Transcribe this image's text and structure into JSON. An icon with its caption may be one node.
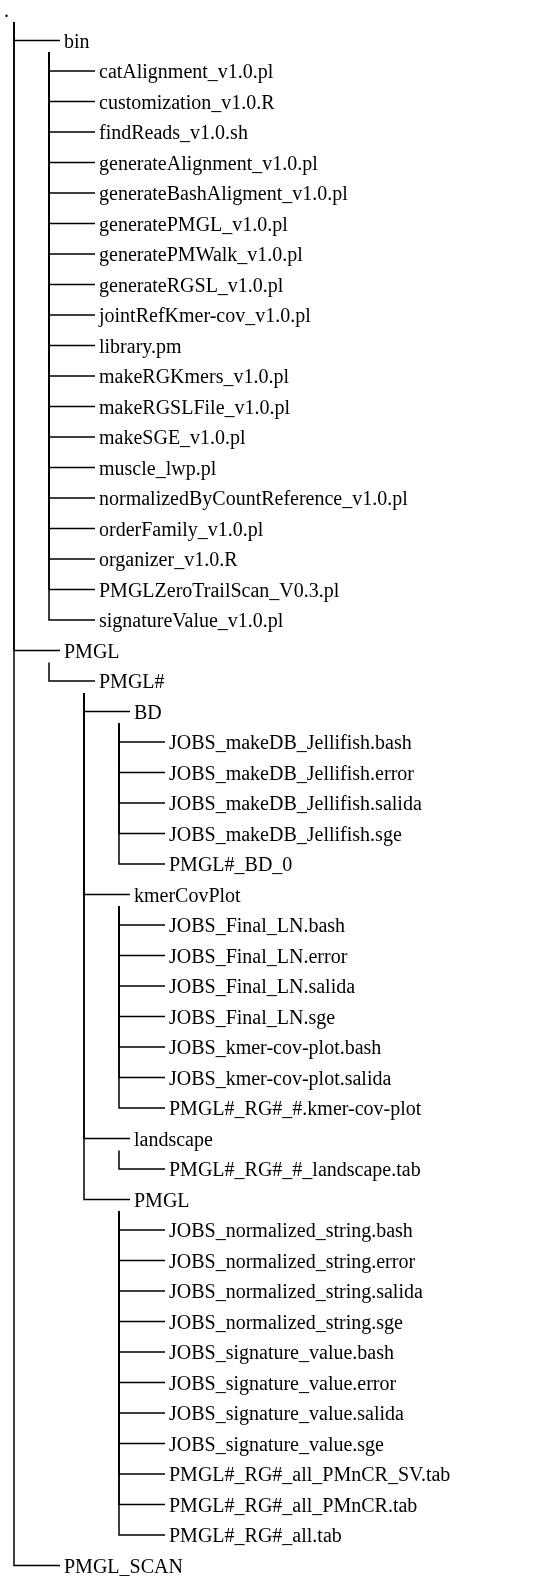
{
  "diagram": {
    "nodes": [
      {
        "text": [
          "."
        ]
      },
      {
        "text": [
          "bin"
        ]
      },
      {
        "text": [
          "catAlignment_v1.0.pl"
        ]
      },
      {
        "text": [
          "customization_v1.0.R"
        ]
      },
      {
        "text": [
          "findReads_v1.0.sh"
        ]
      },
      {
        "text": [
          "generateAlignment_v1.0.pl"
        ]
      },
      {
        "text": [
          "generateBashAligment_v1.0.pl"
        ]
      },
      {
        "text": [
          "generatePMGL_v1.0.pl"
        ]
      },
      {
        "text": [
          "generatePMWalk_v1.0.pl"
        ]
      },
      {
        "text": [
          "generateRGSL_v1.0.pl"
        ]
      },
      {
        "text": [
          "jointRefKmer-cov_v1.0.pl"
        ]
      },
      {
        "text": [
          "library.pm"
        ]
      },
      {
        "text": [
          "makeRGKmers_v1.0.pl"
        ]
      },
      {
        "text": [
          "makeRGSLFile_v1.0.pl"
        ]
      },
      {
        "text": [
          "makeSGE_v1.0.pl"
        ]
      },
      {
        "text": [
          "muscle_lwp.pl"
        ]
      },
      {
        "text": [
          "normalizedByCountReference_v1.0.pl"
        ]
      },
      {
        "text": [
          "orderFamily_v1.0.pl"
        ]
      },
      {
        "text": [
          "organizer_v1.0.R"
        ]
      },
      {
        "text": [
          "PMGLZeroTrailScan_V0.3.pl"
        ]
      },
      {
        "text": [
          "signatureValue_v1.0.pl"
        ]
      },
      {
        "text": [
          "PMGL"
        ]
      },
      {
        "text": [
          "PMGL#"
        ]
      },
      {
        "text": [
          "BD"
        ]
      },
      {
        "text": [
          "JOBS_makeDB_Jellifish.bash"
        ]
      },
      {
        "text": [
          "JOBS_makeDB_Jellifish.error"
        ]
      },
      {
        "text": [
          "JOBS_makeDB_Jellifish.salida"
        ]
      },
      {
        "text": [
          "JOBS_makeDB_Jellifish.sge"
        ]
      },
      {
        "text": [
          "PMGL#_BD_0"
        ]
      },
      {
        "text": [
          "kmerCovPlot"
        ]
      },
      {
        "text": [
          "JOBS_Final_LN.bash"
        ]
      },
      {
        "text": [
          "JOBS_Final_LN.error"
        ]
      },
      {
        "text": [
          "JOBS_Final_LN.salida"
        ]
      },
      {
        "text": [
          "JOBS_Final_LN.sge"
        ]
      },
      {
        "text": [
          "JOBS_kmer-cov-plot.bash"
        ]
      },
      {
        "text": [
          "JOBS_kmer-cov-plot.salida"
        ]
      },
      {
        "text": [
          "PMGL#_RG#_#.kmer-cov-plot"
        ]
      },
      {
        "text": [
          "landscape"
        ]
      },
      {
        "text": [
          "PMGL#_RG#_#_landscape.tab"
        ]
      },
      {
        "text": [
          "PMGL"
        ]
      },
      {
        "text": [
          "JOBS_normalized_string.bash"
        ]
      },
      {
        "text": [
          "JOBS_normalized_string.error"
        ]
      },
      {
        "text": [
          "JOBS_normalized_string.salida"
        ]
      },
      {
        "text": [
          "JOBS_normalized_string.sge"
        ]
      },
      {
        "text": [
          "JOBS_signature_value.bash"
        ]
      },
      {
        "text": [
          "JOBS_signature_value.error"
        ]
      },
      {
        "text": [
          "JOBS_signature_value.salida"
        ]
      },
      {
        "text": [
          "JOBS_signature_value.sge"
        ]
      },
      {
        "text": [
          "PMGL#_RG#_all_PMnCR_SV.tab"
        ]
      },
      {
        "text": [
          "PMGL#_RG#_all_PMnCR.tab"
        ]
      },
      {
        "text": [
          "PMGL#_RG#_all.tab"
        ]
      },
      {
        "text": [
          "PMGL_SCAN"
        ]
      }
    ],
    "edges": [
      {
        "from": 0,
        "to": 1,
        "arrow": "none"
      },
      {
        "from": 1,
        "to": 2,
        "arrow": "none"
      },
      {
        "from": 1,
        "to": 3,
        "arrow": "none"
      },
      {
        "from": 1,
        "to": 4,
        "arrow": "none"
      },
      {
        "from": 1,
        "to": 5,
        "arrow": "none"
      },
      {
        "from": 1,
        "to": 6,
        "arrow": "none"
      },
      {
        "from": 1,
        "to": 7,
        "arrow": "none"
      },
      {
        "from": 1,
        "to": 8,
        "arrow": "none"
      },
      {
        "from": 1,
        "to": 9,
        "arrow": "none"
      },
      {
        "from": 1,
        "to": 10,
        "arrow": "none"
      },
      {
        "from": 1,
        "to": 11,
        "arrow": "none"
      },
      {
        "from": 1,
        "to": 12,
        "arrow": "none"
      },
      {
        "from": 1,
        "to": 13,
        "arrow": "none"
      },
      {
        "from": 1,
        "to": 14,
        "arrow": "none"
      },
      {
        "from": 1,
        "to": 15,
        "arrow": "none"
      },
      {
        "from": 1,
        "to": 16,
        "arrow": "none"
      },
      {
        "from": 1,
        "to": 17,
        "arrow": "none"
      },
      {
        "from": 1,
        "to": 18,
        "arrow": "none"
      },
      {
        "from": 1,
        "to": 19,
        "arrow": "none"
      },
      {
        "from": 1,
        "to": 20,
        "arrow": "none"
      },
      {
        "from": 0,
        "to": 21,
        "arrow": "none"
      },
      {
        "from": 21,
        "to": 22,
        "arrow": "none"
      },
      {
        "from": 22,
        "to": 23,
        "arrow": "none"
      },
      {
        "from": 23,
        "to": 24,
        "arrow": "none"
      },
      {
        "from": 23,
        "to": 25,
        "arrow": "none"
      },
      {
        "from": 23,
        "to": 26,
        "arrow": "none"
      },
      {
        "from": 23,
        "to": 27,
        "arrow": "none"
      },
      {
        "from": 23,
        "to": 28,
        "arrow": "none"
      },
      {
        "from": 22,
        "to": 29,
        "arrow": "none"
      },
      {
        "from": 29,
        "to": 30,
        "arrow": "none"
      },
      {
        "from": 29,
        "to": 31,
        "arrow": "none"
      },
      {
        "from": 29,
        "to": 32,
        "arrow": "none"
      },
      {
        "from": 29,
        "to": 33,
        "arrow": "none"
      },
      {
        "from": 29,
        "to": 34,
        "arrow": "none"
      },
      {
        "from": 29,
        "to": 35,
        "arrow": "none"
      },
      {
        "from": 29,
        "to": 36,
        "arrow": "none"
      },
      {
        "from": 22,
        "to": 37,
        "arrow": "none"
      },
      {
        "from": 37,
        "to": 38,
        "arrow": "none"
      },
      {
        "from": 22,
        "to": 39,
        "arrow": "none"
      },
      {
        "from": 39,
        "to": 40,
        "arrow": "none"
      },
      {
        "from": 39,
        "to": 41,
        "arrow": "none"
      },
      {
        "from": 39,
        "to": 42,
        "arrow": "none"
      },
      {
        "from": 39,
        "to": 43,
        "arrow": "none"
      },
      {
        "from": 39,
        "to": 44,
        "arrow": "none"
      },
      {
        "from": 39,
        "to": 45,
        "arrow": "none"
      },
      {
        "from": 39,
        "to": 46,
        "arrow": "none"
      },
      {
        "from": 39,
        "to": 47,
        "arrow": "none"
      },
      {
        "from": 39,
        "to": 48,
        "arrow": "none"
      },
      {
        "from": 39,
        "to": 49,
        "arrow": "none"
      },
      {
        "from": 39,
        "to": 50,
        "arrow": "none"
      },
      {
        "from": 0,
        "to": 51,
        "arrow": "none"
      }
    ]
  }
}
